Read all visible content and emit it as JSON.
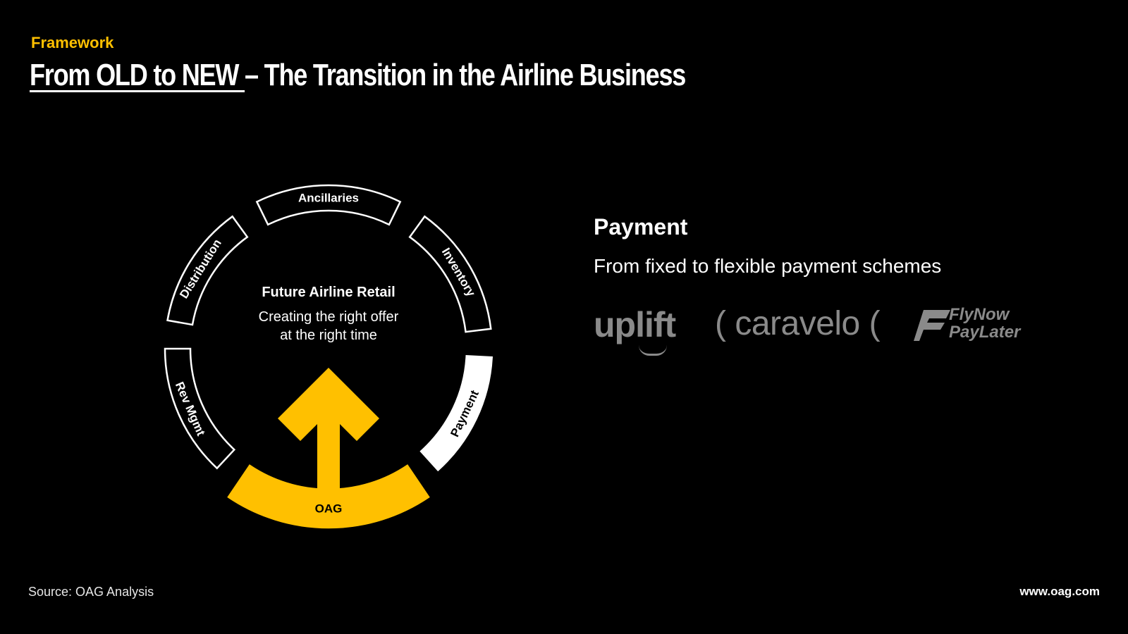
{
  "header": {
    "kicker": "Framework",
    "title_underlined": "From OLD to NEW ",
    "title_rest": "– The Transition in the Airline Business"
  },
  "diagram": {
    "segments": [
      {
        "label": "Ancillaries",
        "style": "outline"
      },
      {
        "label": "Inventory",
        "style": "outline"
      },
      {
        "label": "Payment",
        "style": "highlight-white"
      },
      {
        "label": "OAG",
        "style": "highlight-yellow"
      },
      {
        "label": "Rev Mgmt",
        "style": "outline"
      },
      {
        "label": "Distribution",
        "style": "outline"
      }
    ],
    "center_title": "Future Airline Retail",
    "center_line1": "Creating the right offer",
    "center_line2": "at the right time"
  },
  "detail": {
    "heading": "Payment",
    "subheading": "From fixed to flexible payment schemes",
    "logos": [
      {
        "name": "uplift",
        "text": "uplift"
      },
      {
        "name": "caravelo",
        "text": "( caravelo ("
      },
      {
        "name": "flynow-paylater",
        "line1": "FlyNow",
        "line2": "PayLater"
      }
    ]
  },
  "footer": {
    "source": "Source: OAG Analysis",
    "url": "www.oag.com"
  },
  "colors": {
    "background": "#000000",
    "accent_yellow": "#ffc000",
    "outline": "#ffffff",
    "logo_gray": "#8a8a8a"
  }
}
